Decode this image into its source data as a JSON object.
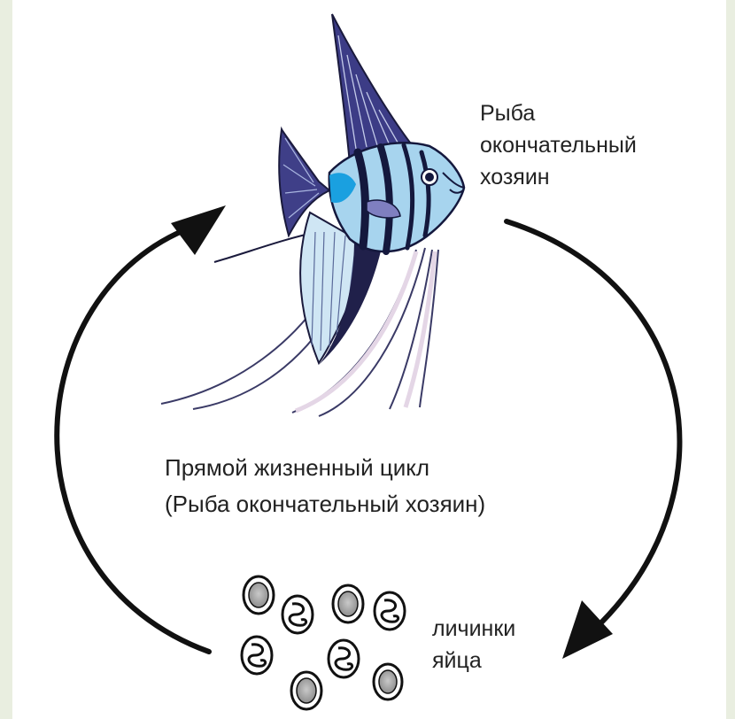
{
  "host_label": {
    "line1": "Рыба",
    "line2": "окончательный",
    "line3": "хозяин"
  },
  "cycle_title": {
    "line1": "Прямой жизненный цикл",
    "line2": "(Рыба окончательный хозяин)"
  },
  "egg_label": {
    "line1": "личинки",
    "line2": "яйца"
  },
  "icons": {
    "fish": "angelfish-icon",
    "eggs": "egg-icon",
    "larva_eggs": "larva-egg-icon",
    "arrows": "cycle-arrow-icon"
  },
  "colors": {
    "background": "#e9eee0",
    "panel": "#ffffff",
    "fish_body": "#a7d4ee",
    "fish_stripes": "#14183d",
    "fish_fin": "#3f3f88",
    "fish_accent": "#1aa0e0",
    "arrow": "#111111"
  }
}
